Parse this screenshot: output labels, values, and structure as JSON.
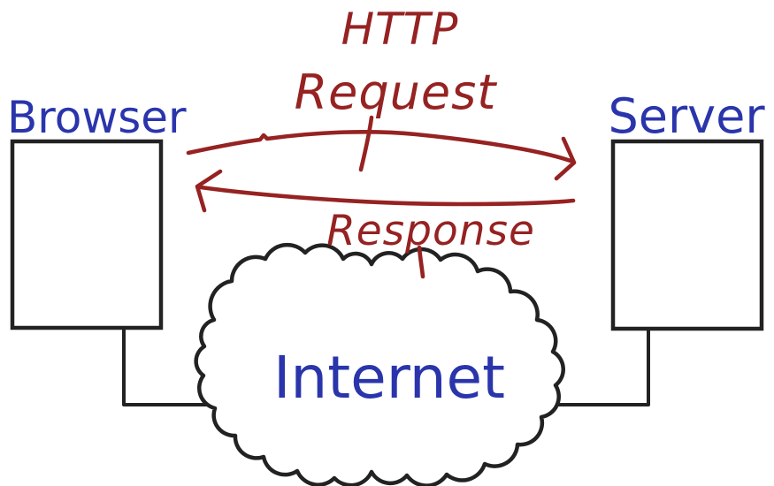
{
  "diagram": {
    "kind": "hand-drawn http request-response diagram",
    "labels": {
      "browser": "Browser",
      "server": "Server",
      "http": "HTTP",
      "request": "Request",
      "response": "Response",
      "internet": "Internet"
    },
    "colors": {
      "node_label": "#2a35ac",
      "message": "#962222",
      "outline": "#222222",
      "background": "#ffffff"
    },
    "structure": {
      "nodes": [
        {
          "id": "browser",
          "label": "Browser",
          "shape": "rectangle"
        },
        {
          "id": "server",
          "label": "Server",
          "shape": "rectangle"
        },
        {
          "id": "internet",
          "label": "Internet",
          "shape": "cloud"
        }
      ],
      "edges": [
        {
          "from": "browser",
          "to": "server",
          "label": "HTTP Request",
          "style": "red arrow, pointing right"
        },
        {
          "from": "server",
          "to": "browser",
          "label": "Response",
          "style": "red arrow, pointing left"
        },
        {
          "from": "browser",
          "to": "internet",
          "style": "black elbow line"
        },
        {
          "from": "server",
          "to": "internet",
          "style": "black elbow line"
        }
      ]
    }
  }
}
